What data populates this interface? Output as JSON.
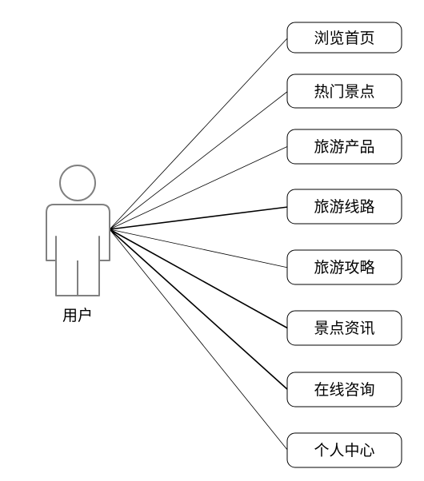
{
  "actor": {
    "label": "用户",
    "icon": "person-icon"
  },
  "use_cases": [
    {
      "label": "浏览首页"
    },
    {
      "label": "热门景点"
    },
    {
      "label": "旅游产品"
    },
    {
      "label": "旅游线路"
    },
    {
      "label": "旅游攻略"
    },
    {
      "label": "景点资讯"
    },
    {
      "label": "在线咨询"
    },
    {
      "label": "个人中心"
    }
  ],
  "colors": {
    "stroke": "#000000",
    "actor_stroke": "#808080",
    "background": "#ffffff"
  }
}
